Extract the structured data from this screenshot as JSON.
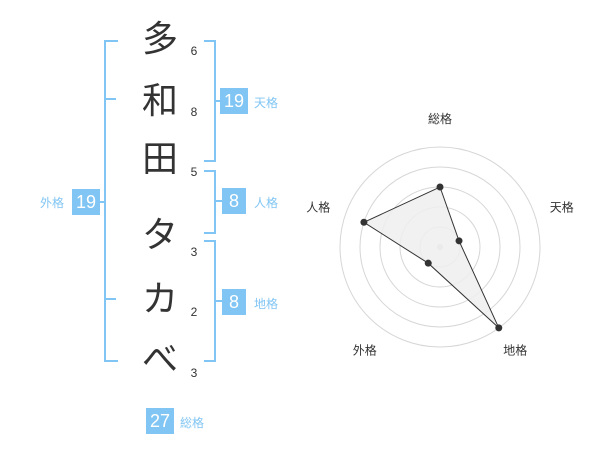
{
  "name_chars": [
    {
      "char": "多",
      "strokes": "6"
    },
    {
      "char": "和",
      "strokes": "8"
    },
    {
      "char": "田",
      "strokes": "5"
    },
    {
      "char": "タ",
      "strokes": "3"
    },
    {
      "char": "カ",
      "strokes": "2"
    },
    {
      "char": "べ",
      "strokes": "3"
    }
  ],
  "fortune": {
    "tenkaku": {
      "label": "天格",
      "value": "19"
    },
    "jinkaku": {
      "label": "人格",
      "value": "8"
    },
    "chikaku": {
      "label": "地格",
      "value": "8"
    },
    "gaikaku": {
      "label": "外格",
      "value": "19"
    },
    "soukaku": {
      "label": "総格",
      "value": "27"
    }
  },
  "radar": {
    "axes": [
      "総格",
      "天格",
      "地格",
      "外格",
      "人格"
    ],
    "levels": [
      3,
      1,
      5,
      1,
      4
    ],
    "max_level": 5,
    "colors": {
      "accent": "#80c5f3",
      "fill": "#eeeeee",
      "ring": "#d6d6d6",
      "line": "#333333"
    }
  }
}
